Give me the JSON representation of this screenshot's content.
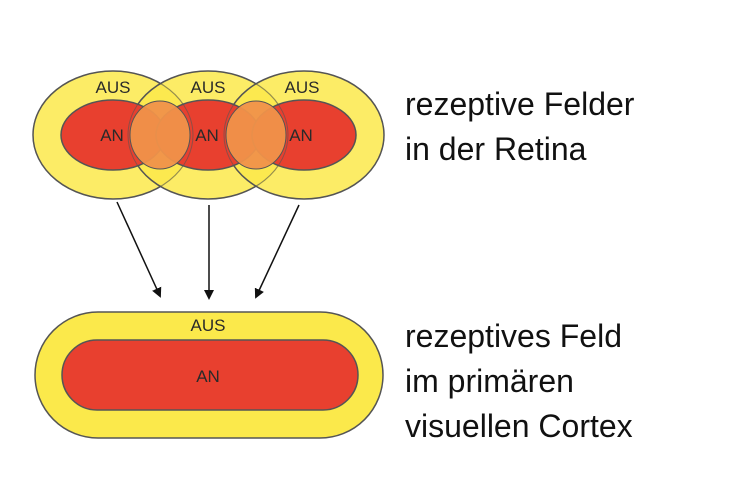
{
  "retina": {
    "fields": [
      {
        "off_label": "AUS",
        "on_label": "AN"
      },
      {
        "off_label": "AUS",
        "on_label": "AN"
      },
      {
        "off_label": "AUS",
        "on_label": "AN"
      }
    ],
    "caption_line1": "rezeptive Felder",
    "caption_line2": "in der Retina"
  },
  "cortex": {
    "off_label": "AUS",
    "on_label": "AN",
    "caption_line1": "rezeptives Feld",
    "caption_line2": "im primären",
    "caption_line3": "visuellen Cortex"
  },
  "colors": {
    "off_zone": "#fbe94b",
    "on_zone": "#e8402f",
    "overlap": "#f0924a",
    "outline": "#555555"
  }
}
